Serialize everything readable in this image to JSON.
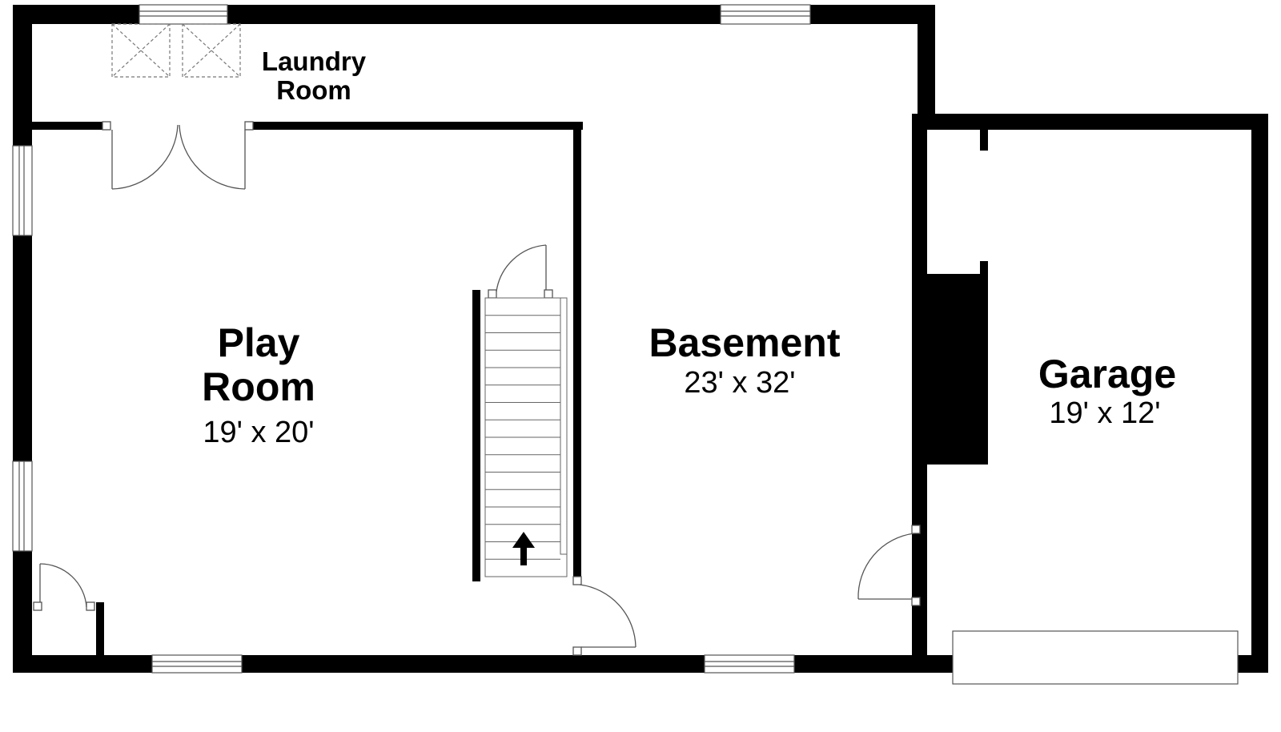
{
  "rooms": {
    "laundry": {
      "name_line1": "Laundry",
      "name_line2": "Room"
    },
    "play": {
      "name_line1": "Play",
      "name_line2": "Room",
      "dims": "19' x 20'"
    },
    "basement": {
      "name": "Basement",
      "dims": "23' x 32'"
    },
    "garage": {
      "name": "Garage",
      "dims": "19' x 12'"
    }
  },
  "colors": {
    "wall": "#000000",
    "background": "#ffffff",
    "fixture": "#555555"
  },
  "icons": {
    "stairs_direction": "up-arrow-icon"
  }
}
